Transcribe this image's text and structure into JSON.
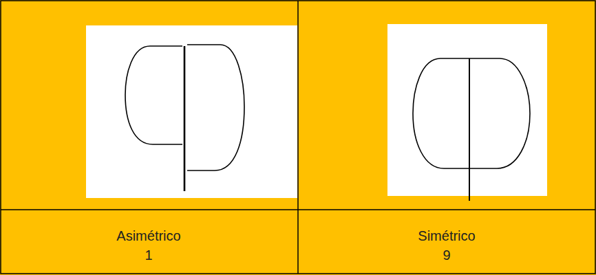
{
  "diagram": {
    "labels": [
      "Asimétrico",
      "1",
      "Simétrico",
      "9"
    ]
  }
}
